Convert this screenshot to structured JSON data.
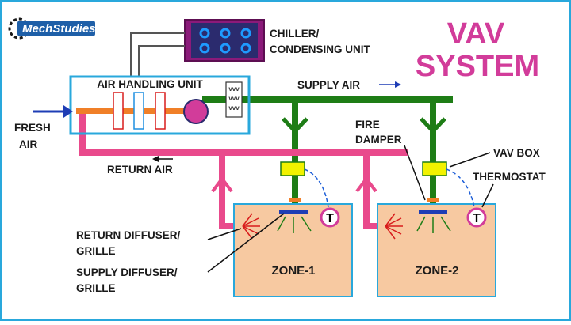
{
  "logo": {
    "text": "MechStudies"
  },
  "title": {
    "line1": "VAV",
    "line2": "SYSTEM"
  },
  "labels": {
    "chiller_line1": "CHILLER/",
    "chiller_line2": "CONDENSING UNIT",
    "ahu": "AIR HANDLING UNIT",
    "supply_air": "SUPPLY AIR",
    "fresh_air_line1": "FRESH",
    "fresh_air_line2": "AIR",
    "return_air": "RETURN AIR",
    "fire_damper_line1": "FIRE",
    "fire_damper_line2": "DAMPER",
    "vav_box": "VAV BOX",
    "thermostat": "THERMOSTAT",
    "return_diffuser_line1": "RETURN DIFFUSER/",
    "return_diffuser_line2": "GRILLE",
    "supply_diffuser_line1": "SUPPLY DIFFUSER/",
    "supply_diffuser_line2": "GRILLE",
    "zone1": "ZONE-1",
    "zone2": "ZONE-2",
    "thermostat_symbol": "T"
  },
  "colors": {
    "border": "#29a8dc",
    "supply_duct": "#1e7d16",
    "return_duct": "#e94a8c",
    "zone_fill": "#f7c9a1",
    "vav_box": "#f2f200",
    "chiller_fill": "#8b1a7a",
    "coil_blue": "#1e8fe0",
    "fan": "#d23c9a",
    "title": "#d23c9a"
  }
}
